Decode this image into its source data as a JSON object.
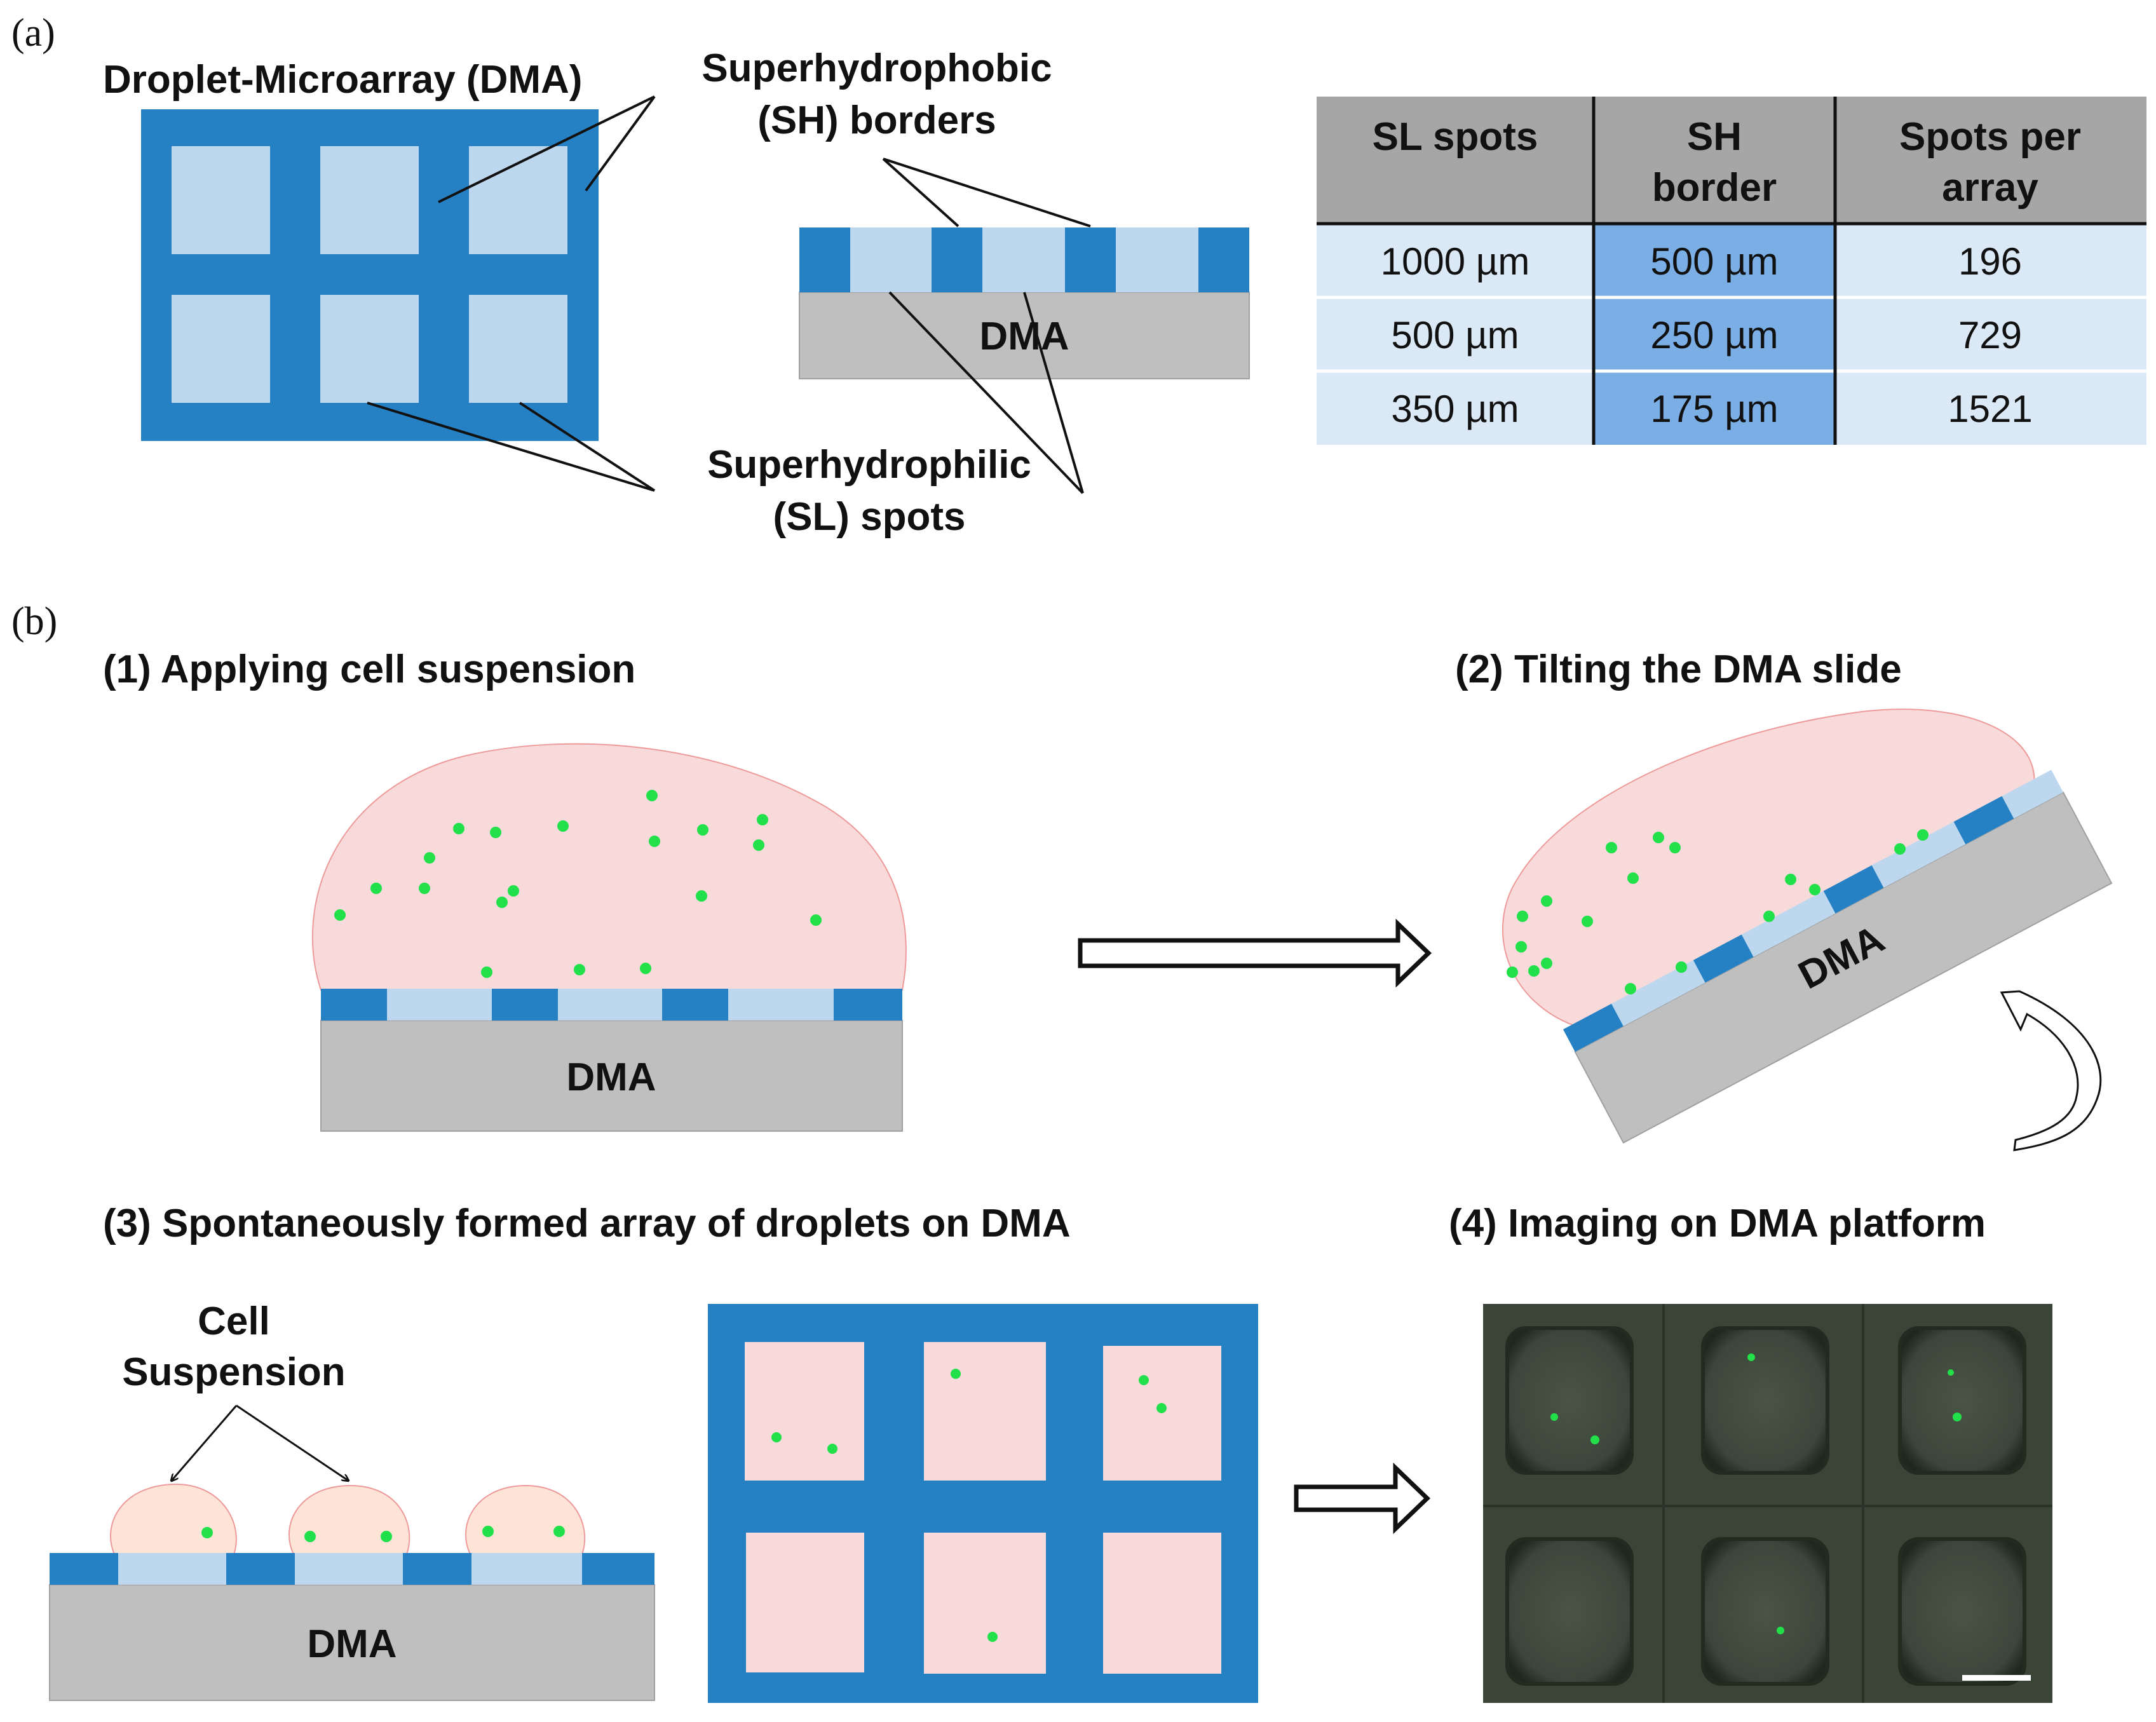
{
  "panel_labels": {
    "a": "(a)",
    "b": "(b)"
  },
  "panel_a": {
    "dma_title": "Droplet-Microarray (DMA)",
    "sh_label": [
      "Superhydrophobic",
      "(SH) borders"
    ],
    "sl_label": [
      "Superhydrophilic",
      "(SL) spots"
    ],
    "cross_section_label": "DMA",
    "table": {
      "headers": [
        [
          "SL spots"
        ],
        [
          "SH",
          "border"
        ],
        [
          "Spots per",
          "array"
        ]
      ],
      "rows": [
        [
          "1000 µm",
          "500 µm",
          "196"
        ],
        [
          "500 µm",
          "250 µm",
          "729"
        ],
        [
          "350 µm",
          "175 µm",
          "1521"
        ]
      ]
    }
  },
  "panel_b": {
    "step1_title": "(1) Applying cell suspension",
    "step2_title": "(2) Tilting the DMA slide",
    "step3_title": "(3) Spontaneously formed array of droplets on DMA",
    "step4_title": "(4) Imaging on DMA platform",
    "slide_label_1": "DMA",
    "slide_label_2": "DMA",
    "slide_label_3": "DMA",
    "cell_suspension_label": [
      "Cell",
      "Suspension"
    ]
  },
  "colors": {
    "sh_border": "#2581c4",
    "sl_spot": "#bdd7ee",
    "slide_gray": "#bfbfbf",
    "droplet_pink": "#f8dada",
    "droplet_peach": "#fde4d6",
    "cell_green": "#22e04a",
    "table_header": "#a6a6a6",
    "table_cell": "#dbe8f5",
    "table_mid": "#7aaee5",
    "micrograph_bg": "#3a4437"
  },
  "icons": {
    "arrow": "hollow-right-arrow",
    "rotate": "curved-rotate-arrow"
  }
}
